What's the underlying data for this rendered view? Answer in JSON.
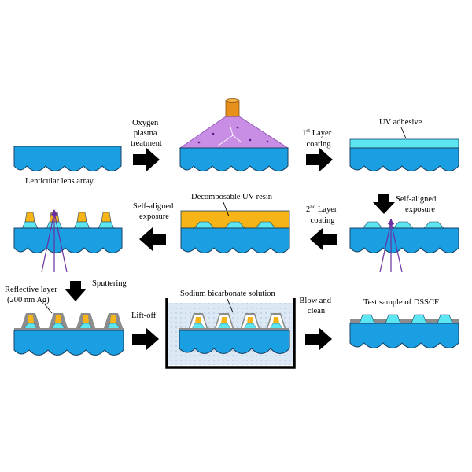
{
  "labels": {
    "oxygen_plasma": [
      "Oxygen",
      "plasma",
      "treatment"
    ],
    "first_layer_coating": [
      "1",
      "st",
      " Layer",
      "coating"
    ],
    "uv_adhesive": "UV adhesive",
    "lenticular_lens_array": "Lenticular lens array",
    "self_aligned_exposure_left": [
      "Self-aligned",
      "exposure"
    ],
    "decomposable_uv_resin": "Decomposable UV resin",
    "second_layer_coating": [
      "2",
      "nd",
      " Layer",
      "coating"
    ],
    "self_aligned_exposure_right": [
      "Self-aligned",
      "exposure"
    ],
    "reflective_layer": [
      "Reflective layer",
      "(200 nm Ag)"
    ],
    "sputtering": "Sputtering",
    "lift_off": "Lift-off",
    "sodium_bicarbonate": "Sodium bicarbonate solution",
    "blow_and_clean": [
      "Blow and",
      "clean"
    ],
    "test_sample": "Test sample of DSSCF"
  },
  "colors": {
    "lens_blue": "#1a9fe3",
    "adhesive_cyan": "#5ce6f2",
    "resin_orange": "#f7b416",
    "plasma_purple": "#c88de4",
    "light_purple": "#7a3fb0",
    "silver": "#8c8c8c",
    "solution": "#dce8f4",
    "arrow": "#000000"
  }
}
